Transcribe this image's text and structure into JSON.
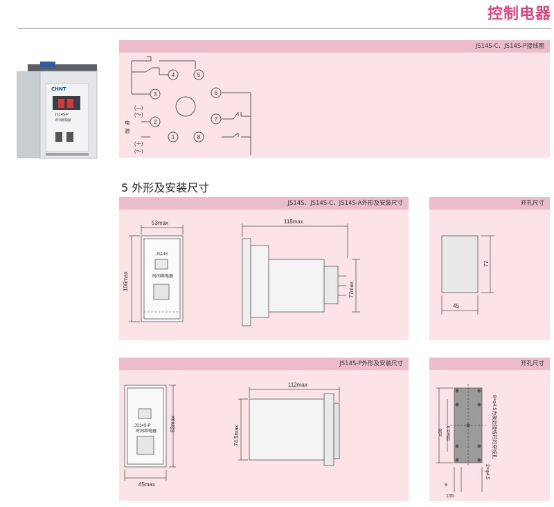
{
  "header": {
    "brand": "控制电器"
  },
  "section": {
    "title": "5 外形及安装尺寸"
  },
  "panels": {
    "wiring": {
      "title": "JS14S-C、JS14S-P接线图"
    },
    "dims_a": {
      "title": "JS14S、JS14S-C、JS14S-A外形及安装尺寸"
    },
    "cutout_a": {
      "title": "开孔尺寸"
    },
    "dims_p": {
      "title": "JS14S-P外形及安装尺寸"
    },
    "cutout_p": {
      "title": "开孔尺寸"
    }
  },
  "wiring": {
    "terminals": [
      "1",
      "2",
      "3",
      "4",
      "5",
      "6",
      "7",
      "8"
    ],
    "power_label_line1": "电",
    "power_label_line2": "源",
    "minus_label": "(—)",
    "minus_ac_label": "(～)",
    "plus_label": "(＋)",
    "plus_ac_label": "(～)"
  },
  "product_photo": {
    "brand": "CHNT",
    "model": "JS14S-P",
    "subtitle": "时间继电器"
  },
  "dims_a": {
    "width": "53max",
    "height": "106max",
    "depth": "118max",
    "side_height": "77max",
    "device_model": "JS14S",
    "device_name": "时间继电器"
  },
  "cutout_a": {
    "width": "45",
    "height": "77"
  },
  "dims_p": {
    "width": "45max",
    "height": "83max",
    "depth": "112max",
    "side_height": "74.5max",
    "device_model": "JS14S-P",
    "device_name": "时间继电器"
  },
  "cutout_p": {
    "holes_note": "8×φ4.5为板后接线时的穿线孔",
    "holes_note2": "2×φ4.5",
    "dim_55": "55±0.4",
    "dim_90": "≥90",
    "dim_9": "9",
    "dim_155": "155"
  }
}
